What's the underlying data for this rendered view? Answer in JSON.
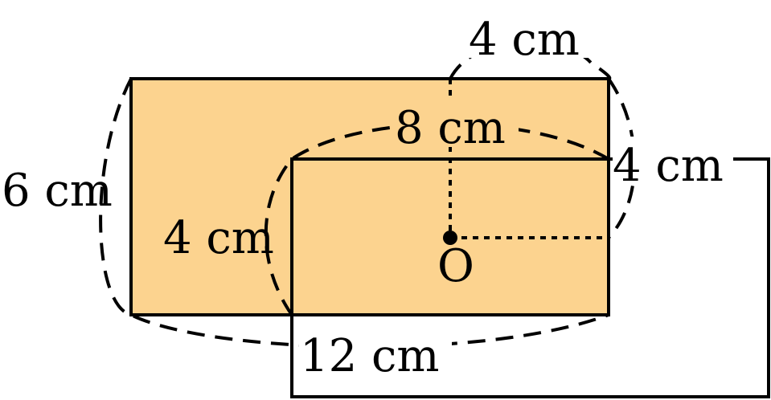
{
  "colors": {
    "fill": "#fcd38f",
    "stroke": "#000000",
    "background": "#ffffff"
  },
  "labels": {
    "left_side": "6 cm",
    "bottom_span": "12 cm",
    "top_span": "8 cm",
    "top_radius": "4 cm",
    "right_radius": "4 cm",
    "inner_left": "4 cm"
  },
  "point": {
    "center_name": "O"
  }
}
